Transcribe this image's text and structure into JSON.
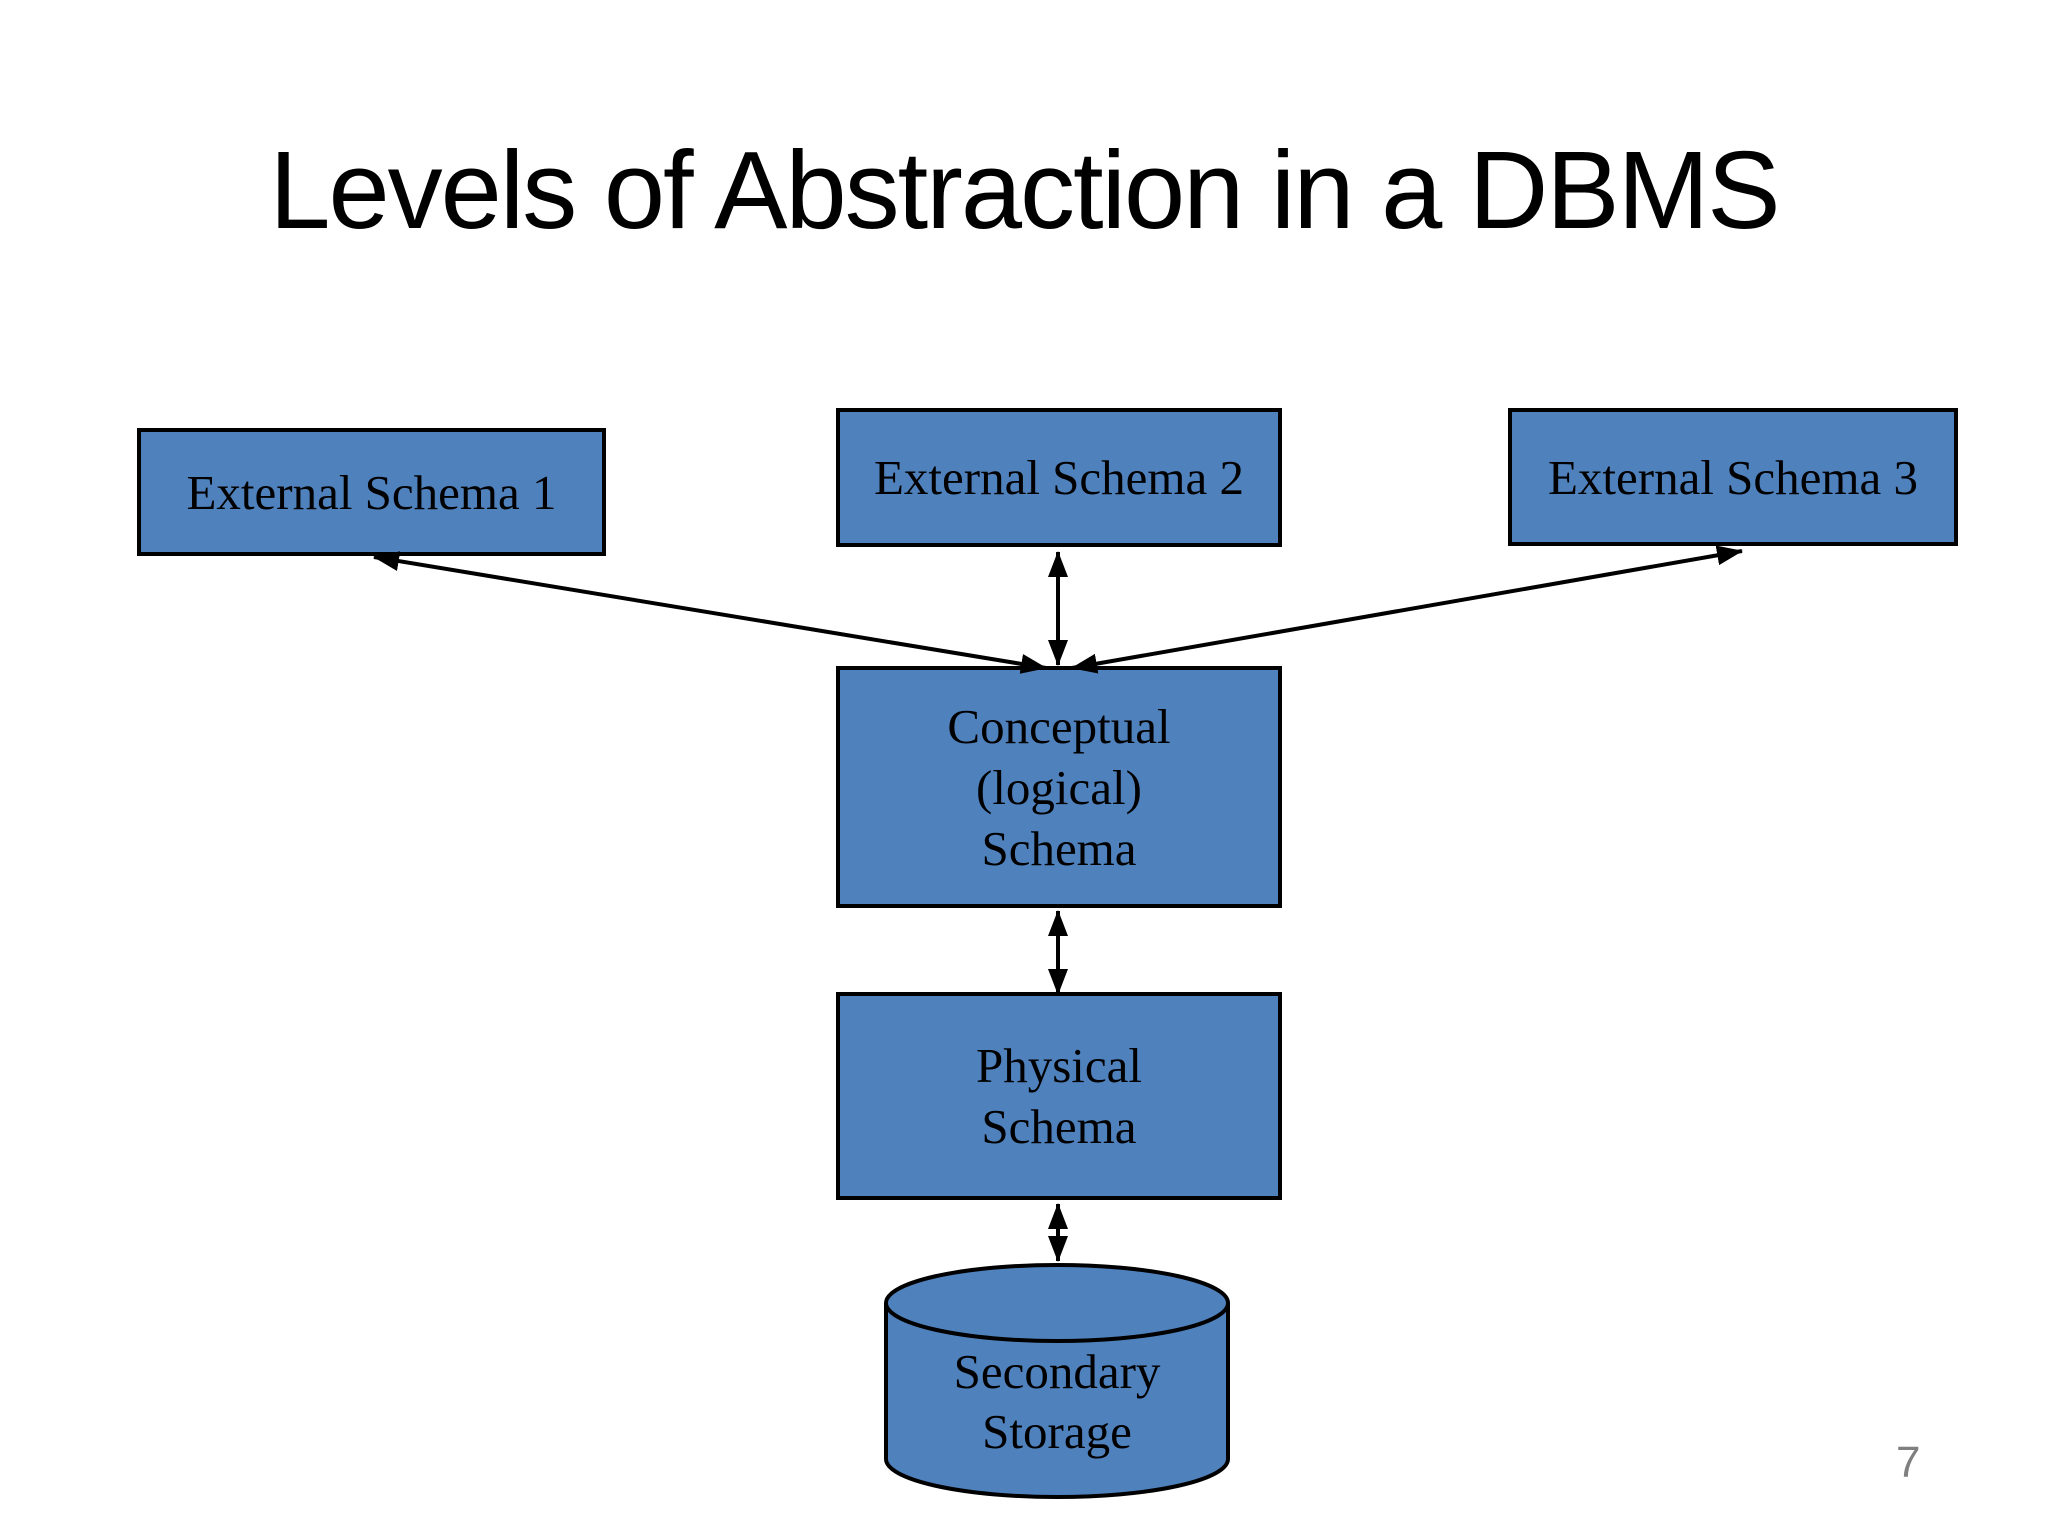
{
  "slide": {
    "title": "Levels of Abstraction in a DBMS",
    "page_number": "7",
    "background": "#ffffff"
  },
  "diagram": {
    "colors": {
      "node_fill": "#4f81bd",
      "node_border": "#000000",
      "arrow": "#000000",
      "title_color": "#000000",
      "page_number_color": "#7f7f7f"
    },
    "nodes": {
      "external_schema_1": {
        "shape": "rectangle",
        "label": "External Schema 1"
      },
      "external_schema_2": {
        "shape": "rectangle",
        "label": "External Schema 2"
      },
      "external_schema_3": {
        "shape": "rectangle",
        "label": "External Schema 3"
      },
      "conceptual_schema": {
        "shape": "rectangle",
        "label": "Conceptual\n(logical)\nSchema"
      },
      "physical_schema": {
        "shape": "rectangle",
        "label": "Physical\nSchema"
      },
      "secondary_storage": {
        "shape": "cylinder",
        "label": "Secondary\nStorage"
      }
    },
    "edges": [
      {
        "from": "external_schema_1",
        "to": "conceptual_schema",
        "style": "double-headed-arrow"
      },
      {
        "from": "external_schema_2",
        "to": "conceptual_schema",
        "style": "double-headed-arrow"
      },
      {
        "from": "external_schema_3",
        "to": "conceptual_schema",
        "style": "double-headed-arrow"
      },
      {
        "from": "conceptual_schema",
        "to": "physical_schema",
        "style": "double-headed-arrow"
      },
      {
        "from": "physical_schema",
        "to": "secondary_storage",
        "style": "double-headed-arrow"
      }
    ]
  }
}
